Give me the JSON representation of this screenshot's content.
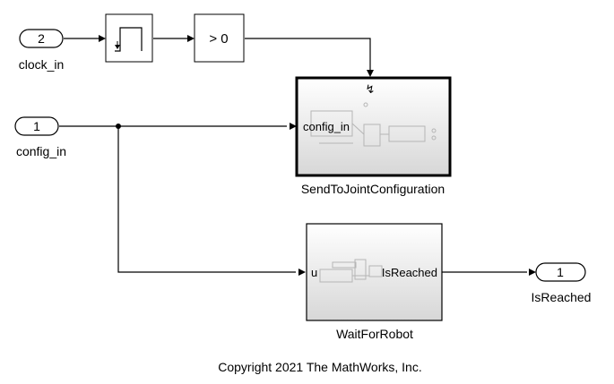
{
  "diagram": {
    "inports": [
      {
        "number": "2",
        "name": "clock_in"
      },
      {
        "number": "1",
        "name": "config_in"
      }
    ],
    "outports": [
      {
        "number": "1",
        "name": "IsReached"
      }
    ],
    "compare_block": {
      "label": "> 0"
    },
    "subsystems": [
      {
        "name": "SendToJointConfiguration",
        "input_port": "config_in"
      },
      {
        "name": "WaitForRobot",
        "input_port": "u",
        "output_port": "IsReached"
      }
    ],
    "copyright": "Copyright 2021 The MathWorks, Inc."
  }
}
